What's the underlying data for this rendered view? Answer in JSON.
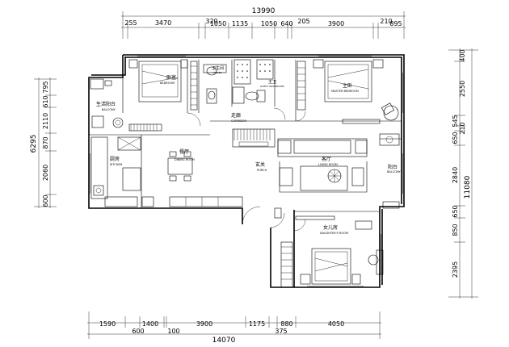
{
  "dimensions": {
    "top_total": "13990",
    "top_segments": [
      "255",
      "3470",
      "320",
      "1050",
      "1135",
      "1050",
      "640",
      "205",
      "3900",
      "210",
      "895"
    ],
    "bottom_total": "14070",
    "bottom_segments_upper": [
      "1590",
      "1400",
      "3900",
      "1175",
      "880",
      "4050"
    ],
    "bottom_segments_lower": [
      "600",
      "100",
      "375"
    ],
    "left_total": "6295",
    "left_segments": [
      "795",
      "610",
      "2110",
      "870",
      "2060",
      "600"
    ],
    "right_total": "11080",
    "right_segments": [
      "400",
      "2550",
      "545",
      "210",
      "650",
      "2840",
      "650",
      "850",
      "2395"
    ]
  },
  "rooms": {
    "bedroom": {
      "cn": "卧室",
      "en": "BEDROOM"
    },
    "toilet": {
      "cn": "卫生间",
      "en": "TOILET"
    },
    "guest_washroom": {
      "cn": "主卫",
      "en": "GUEST WASHROOM"
    },
    "master_bedroom": {
      "cn": "主卧",
      "en": "MASTER BEDROOM"
    },
    "utility_balcony": {
      "cn": "生活阳台",
      "en": "BALCONY"
    },
    "corridor": {
      "cn": "走廊",
      "en": "CORRIDOR"
    },
    "kitchen": {
      "cn": "厨房",
      "en": "KITCHEN"
    },
    "dining_room": {
      "cn": "餐厅",
      "en": "DINING ROOM"
    },
    "porch": {
      "cn": "玄关",
      "en": "PORCH"
    },
    "living_room": {
      "cn": "客厅",
      "en": "LIVING ROOM"
    },
    "balcony": {
      "cn": "阳台",
      "en": "BALCONY"
    },
    "daughter_room": {
      "cn": "女儿房",
      "en": "DAUGHTER'S ROOM"
    }
  }
}
